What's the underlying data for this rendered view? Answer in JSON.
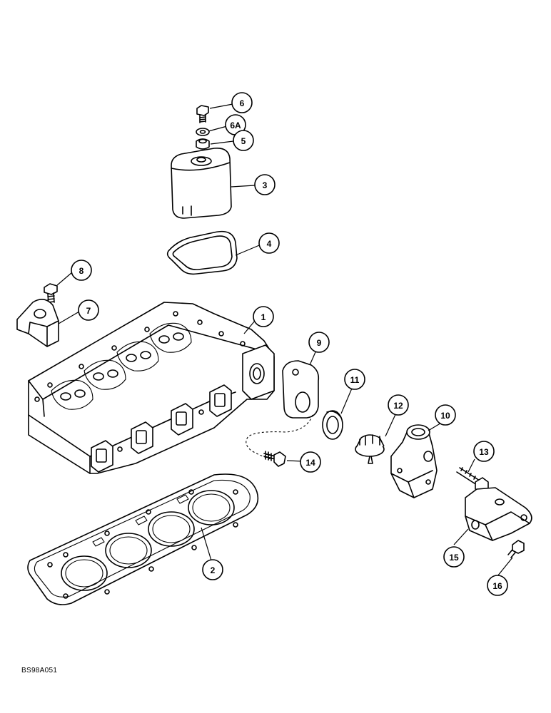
{
  "figure": {
    "reference_code": "BS98A051",
    "callouts": [
      "1",
      "2",
      "3",
      "4",
      "5",
      "6",
      "6A",
      "7",
      "8",
      "9",
      "10",
      "11",
      "12",
      "13",
      "14",
      "15",
      "16"
    ]
  }
}
